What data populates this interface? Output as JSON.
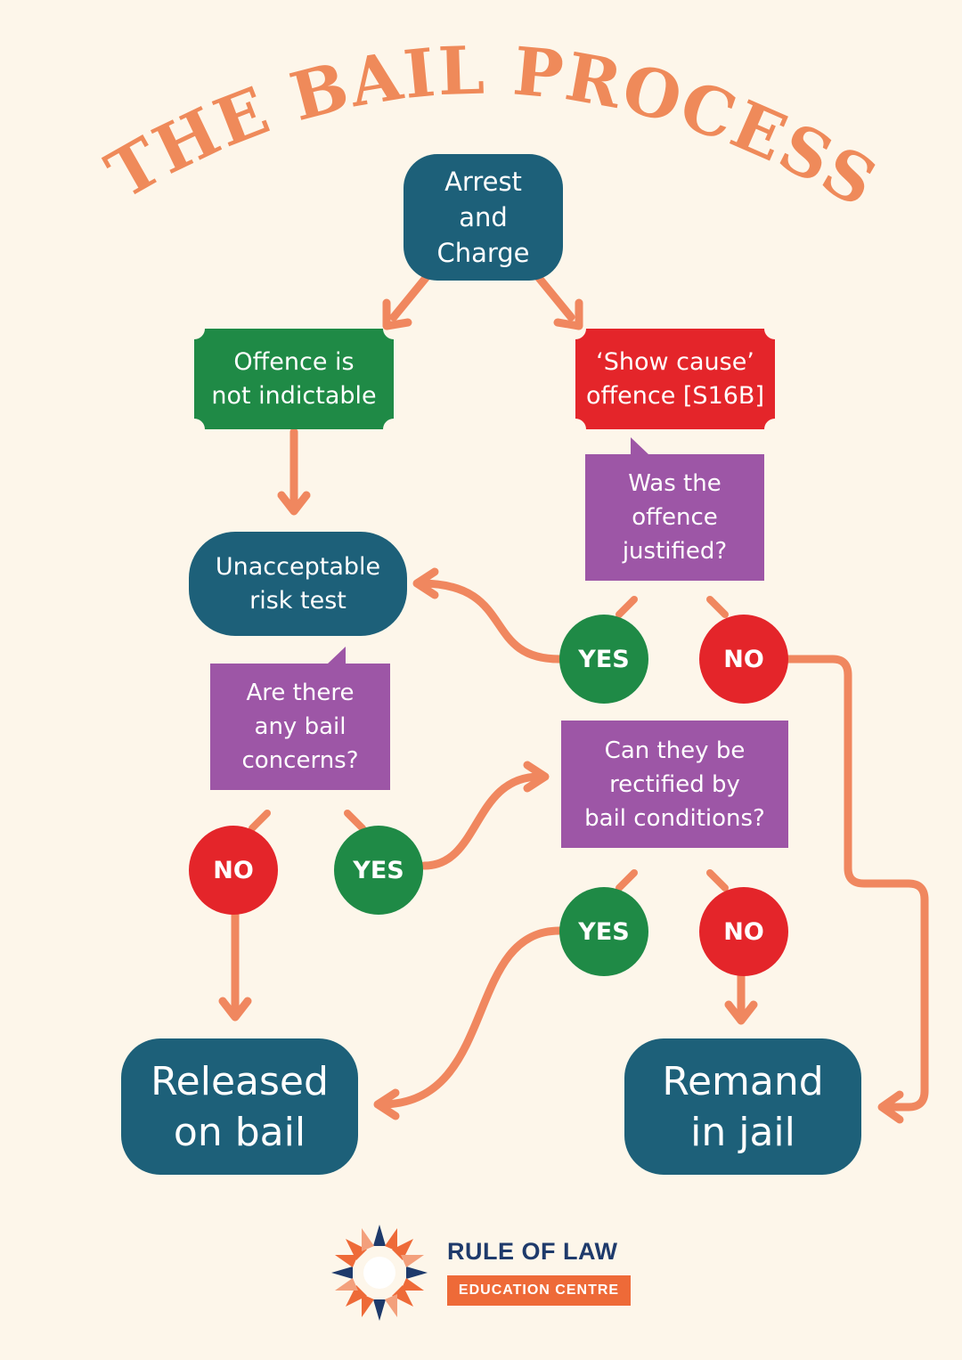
{
  "title": "THE BAIL PROCESS",
  "nodes": {
    "arrest": "Arrest\nand\nCharge",
    "not_indictable": "Offence is\nnot indictable",
    "show_cause": "‘Show cause’\noffence [S16B]",
    "justified_q": "Was the\noffence\njustified?",
    "risk_test": "Unacceptable\nrisk test",
    "concerns_q": "Are there\nany bail\nconcerns?",
    "rectified_q": "Can they be\nrectified by\nbail conditions?",
    "released": "Released\non bail",
    "remand": "Remand\nin jail"
  },
  "answers": {
    "justified_yes": "YES",
    "justified_no": "NO",
    "concerns_no": "NO",
    "concerns_yes": "YES",
    "rectified_yes": "YES",
    "rectified_no": "NO"
  },
  "logo": {
    "name": "RULE OF LAW",
    "subtitle": "EDUCATION CENTRE",
    "icon": "starburst-logo-icon"
  },
  "colors": {
    "background": "#fdf6ea",
    "title": "#ef8a5a",
    "arrow": "#f0875f",
    "teal": "#1d6079",
    "green": "#1f8a46",
    "red": "#e4252a",
    "purple": "#9d56a6"
  }
}
